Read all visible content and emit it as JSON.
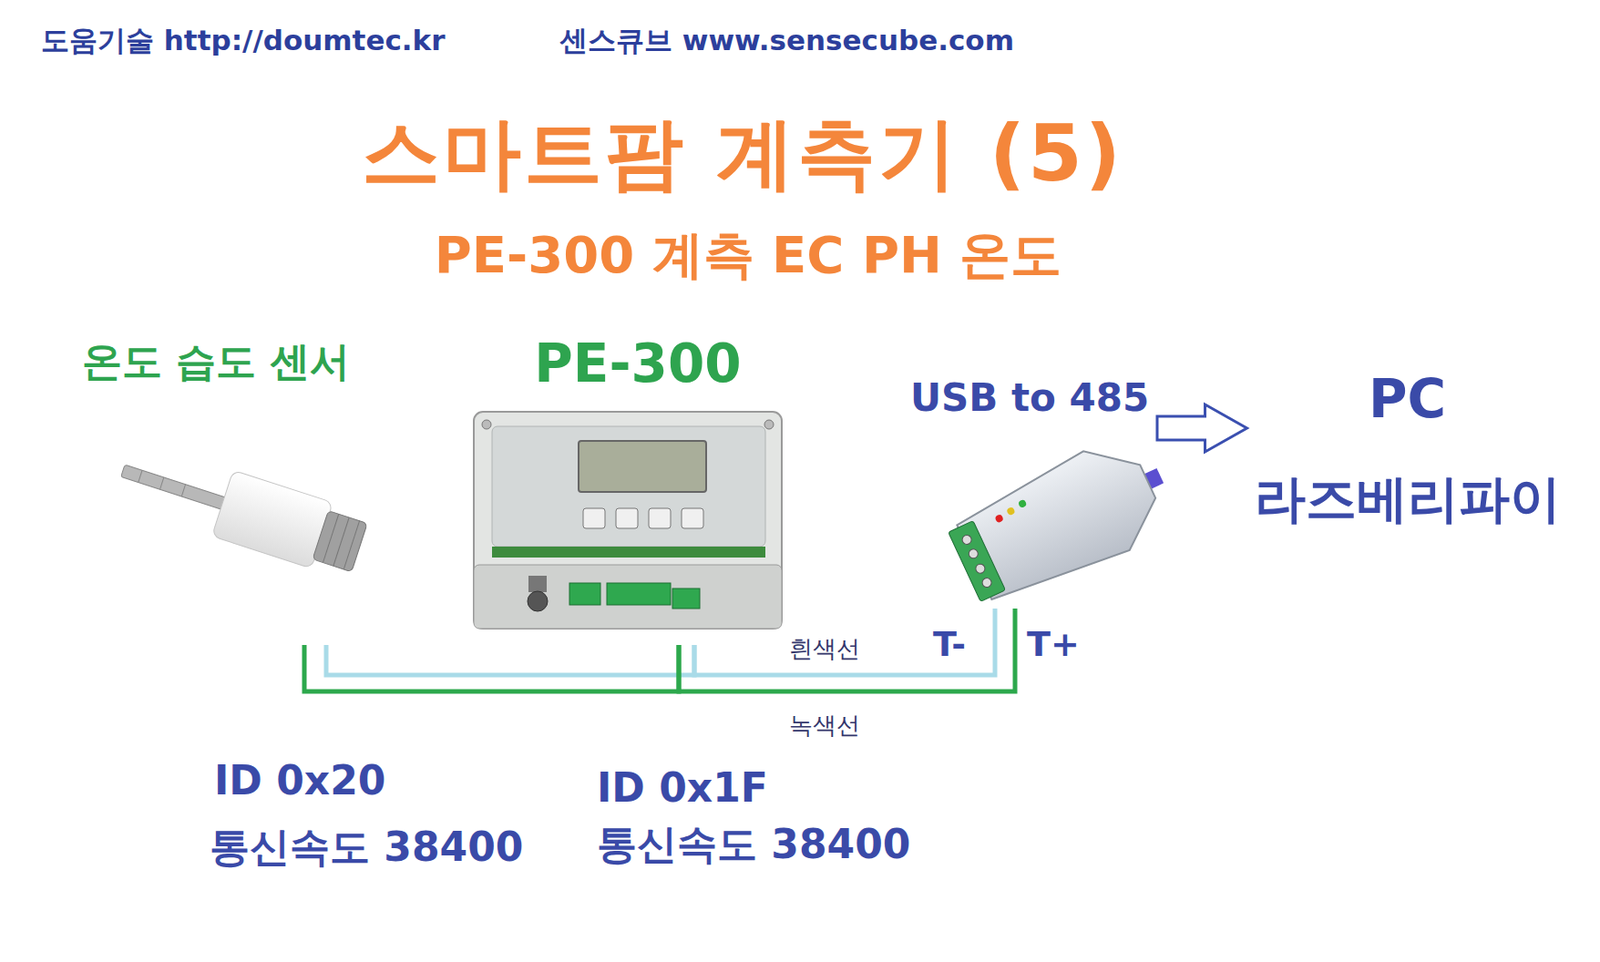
{
  "diagram": {
    "title": "스마트팜 계측기 (5)",
    "nodes": [
      {
        "text": [
          "온도 습도 센서"
        ]
      },
      {
        "text": [
          "PE-300"
        ]
      },
      {
        "text": [
          "USB to 485"
        ]
      },
      {
        "text": [
          "PC",
          "라즈베리파이"
        ]
      }
    ],
    "edges": [
      {
        "from": 0,
        "to": 1,
        "arrow": "none"
      },
      {
        "from": 1,
        "to": 2,
        "arrow": "none"
      },
      {
        "from": 2,
        "to": 3,
        "arrow": "to"
      }
    ],
    "labels": [
      "도움기술 http://doumtec.kr",
      "센스큐브 www.sensecube.com",
      "PE-300 계측 EC PH 온도",
      "흰색선",
      "T-",
      "T+",
      "녹색선",
      "ID 0x20",
      "통신속도 38400",
      "ID 0x1F",
      "통신속도 38400"
    ]
  }
}
